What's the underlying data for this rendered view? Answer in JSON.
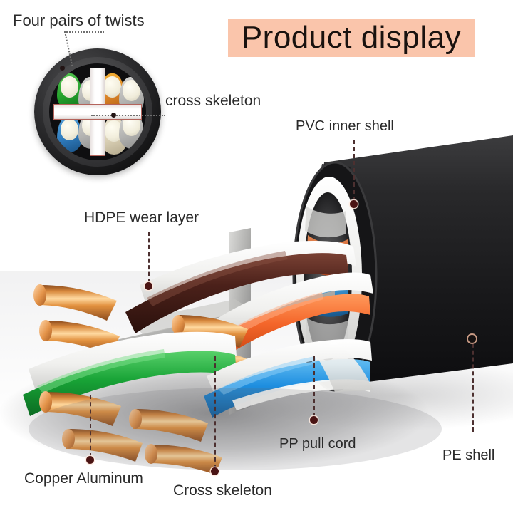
{
  "header": {
    "title": "Product display",
    "banner_color": "#fac5ab",
    "title_color": "#19120f"
  },
  "diagram": {
    "subject": "Network LAN cable cutaway showing internal construction",
    "cross_section": {
      "name": "cable-cross-section",
      "outer_jacket_color": "#1a1a1c",
      "cross_skeleton_color": "#ffffff",
      "cross_skeleton_outline": "#b4645c",
      "pairs": [
        {
          "position": "top-left",
          "color_name": "green",
          "color": "#24a22c"
        },
        {
          "position": "top-right",
          "color_name": "orange",
          "color": "#e0892a"
        },
        {
          "position": "bottom-left",
          "color_name": "blue",
          "color": "#2f7cbe"
        },
        {
          "position": "bottom-right",
          "color_name": "brown",
          "color": "#d9cfb4"
        }
      ]
    },
    "cable_colors": {
      "pe_shell": "#1c1c1e",
      "pvc_inner_shell": "#f2f2f0",
      "cross_skeleton": "#b9b9b7",
      "copper": "#d3813c",
      "pair_brown": "#4a2018",
      "pair_orange": "#f2662a",
      "pair_green": "#1fa83a",
      "pair_blue": "#1f8fe0"
    }
  },
  "callouts": [
    {
      "id": "four-pairs",
      "label": "Four pairs of twists",
      "marker": "none"
    },
    {
      "id": "cross-skeleton-top",
      "label": "cross skeleton",
      "marker": "none"
    },
    {
      "id": "pvc-inner-shell",
      "label": "PVC inner shell",
      "marker": "dot"
    },
    {
      "id": "hdpe-wear-layer",
      "label": "HDPE wear layer",
      "marker": "dot"
    },
    {
      "id": "copper-aluminum",
      "label": "Copper Aluminum",
      "marker": "dot"
    },
    {
      "id": "cross-skeleton-bottom",
      "label": "Cross skeleton",
      "marker": "dot"
    },
    {
      "id": "pp-pull-cord",
      "label": "PP pull cord",
      "marker": "dot"
    },
    {
      "id": "pe-shell",
      "label": "PE shell",
      "marker": "ring"
    }
  ]
}
